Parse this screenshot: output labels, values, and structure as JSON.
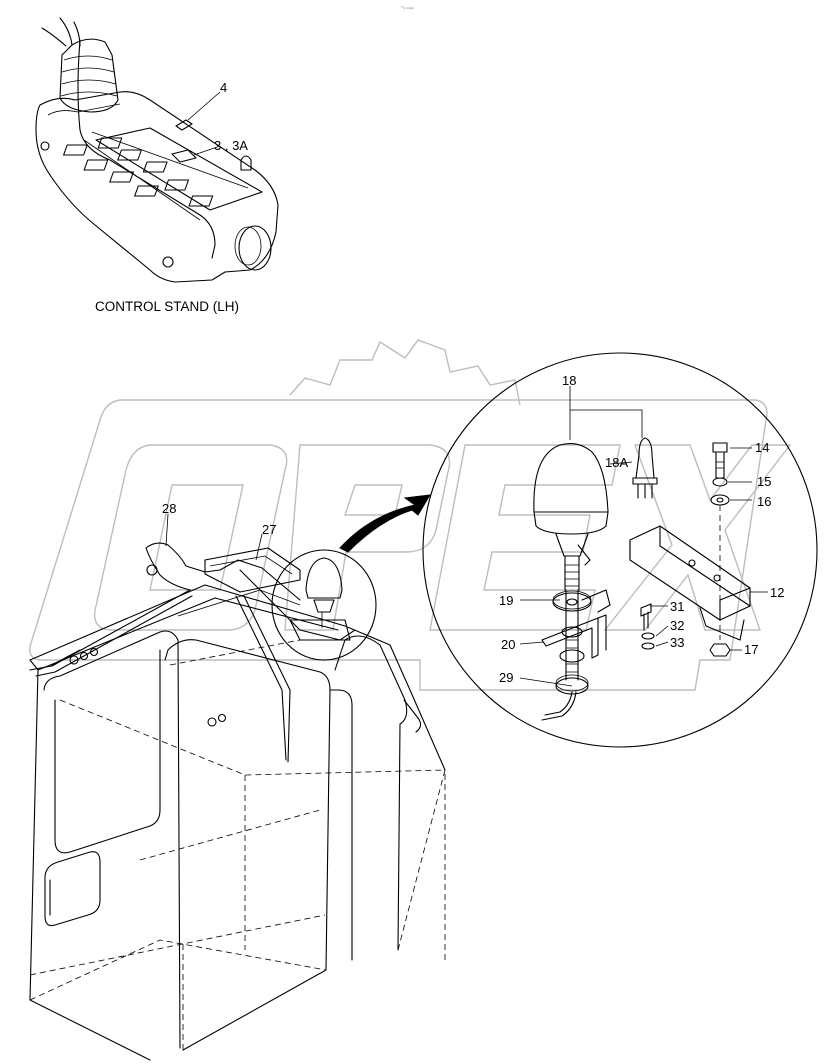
{
  "header_mark": "ᵐₒ ₘₘₘ",
  "caption": "CONTROL STAND (LH)",
  "watermark": "OPEX",
  "callouts": [
    "4",
    "3 , 3A",
    "18",
    "18A",
    "14",
    "15",
    "16",
    "12",
    "17",
    "19",
    "20",
    "29",
    "31",
    "32",
    "33",
    "27",
    "28"
  ]
}
